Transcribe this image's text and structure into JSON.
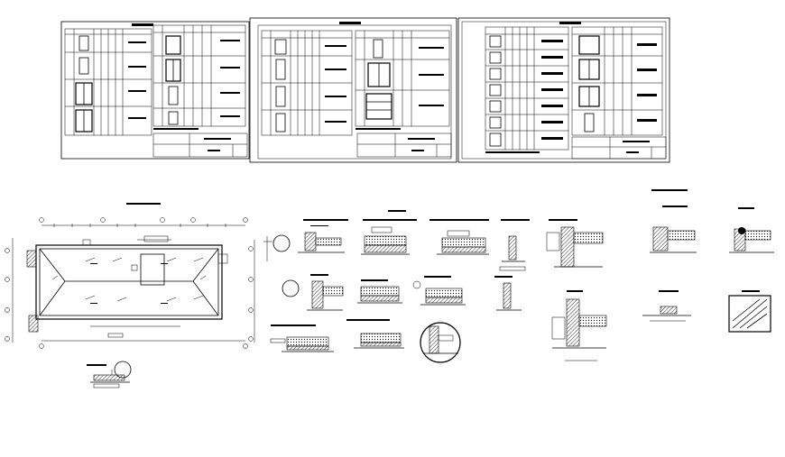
{
  "drawing": {
    "description_free": true,
    "colors": {
      "line": "#000000",
      "background": "#ffffff"
    }
  },
  "schedule_sheets": [
    {
      "id": "sheet-1"
    },
    {
      "id": "sheet-2"
    },
    {
      "id": "sheet-3"
    }
  ],
  "detail_sheet": {
    "roof_plan": {},
    "section_details": {}
  }
}
